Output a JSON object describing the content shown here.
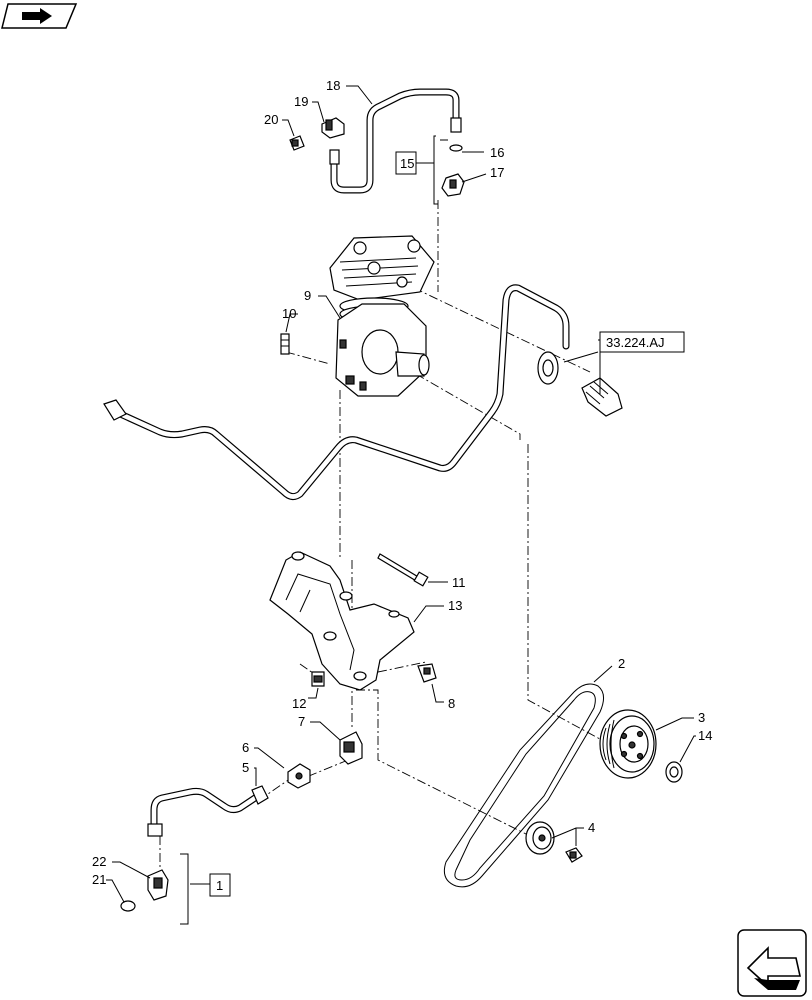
{
  "diagram": {
    "callouts": [
      {
        "id": "c1",
        "text": "1"
      },
      {
        "id": "c2",
        "text": "2"
      },
      {
        "id": "c3",
        "text": "3"
      },
      {
        "id": "c4",
        "text": "4"
      },
      {
        "id": "c5",
        "text": "5"
      },
      {
        "id": "c6",
        "text": "6"
      },
      {
        "id": "c7",
        "text": "7"
      },
      {
        "id": "c8",
        "text": "8"
      },
      {
        "id": "c9",
        "text": "9"
      },
      {
        "id": "c10",
        "text": "10"
      },
      {
        "id": "c11",
        "text": "11"
      },
      {
        "id": "c12",
        "text": "12"
      },
      {
        "id": "c13",
        "text": "13"
      },
      {
        "id": "c14",
        "text": "14"
      },
      {
        "id": "c15",
        "text": "15"
      },
      {
        "id": "c16",
        "text": "16"
      },
      {
        "id": "c17",
        "text": "17"
      },
      {
        "id": "c18",
        "text": "18"
      },
      {
        "id": "c19",
        "text": "19"
      },
      {
        "id": "c20",
        "text": "20"
      },
      {
        "id": "c21",
        "text": "21"
      },
      {
        "id": "c22",
        "text": "22"
      }
    ],
    "reference": "33.224.AJ",
    "icons": {
      "top_left": "book-arrow-icon",
      "bottom_right": "back-arrow-icon"
    }
  }
}
